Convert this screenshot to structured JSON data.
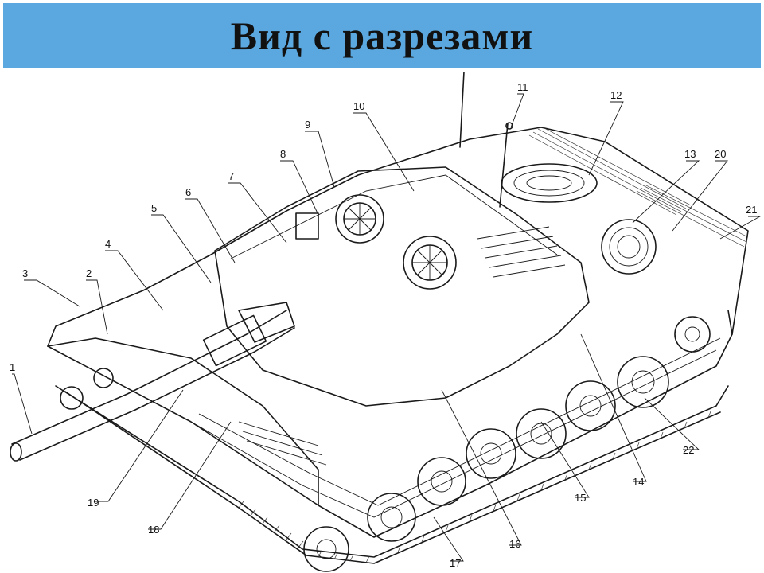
{
  "header": {
    "title": "Вид с разрезами"
  },
  "callouts": [
    {
      "id": 1,
      "label": "1"
    },
    {
      "id": 2,
      "label": "2"
    },
    {
      "id": 3,
      "label": "3"
    },
    {
      "id": 4,
      "label": "4"
    },
    {
      "id": 5,
      "label": "5"
    },
    {
      "id": 6,
      "label": "6"
    },
    {
      "id": 7,
      "label": "7"
    },
    {
      "id": 8,
      "label": "8"
    },
    {
      "id": 9,
      "label": "9"
    },
    {
      "id": 10,
      "label": "10"
    },
    {
      "id": 11,
      "label": "11"
    },
    {
      "id": 12,
      "label": "12"
    },
    {
      "id": 13,
      "label": "13"
    },
    {
      "id": 14,
      "label": "14"
    },
    {
      "id": 15,
      "label": "15"
    },
    {
      "id": 16,
      "label": "16"
    },
    {
      "id": 17,
      "label": "17"
    },
    {
      "id": 18,
      "label": "18"
    },
    {
      "id": 19,
      "label": "19"
    },
    {
      "id": 20,
      "label": "20"
    },
    {
      "id": 21,
      "label": "21"
    },
    {
      "id": 22,
      "label": "22"
    }
  ],
  "colors": {
    "title_bar": "#5ba8e0",
    "ink": "#1a1a1a",
    "background": "#ffffff"
  }
}
